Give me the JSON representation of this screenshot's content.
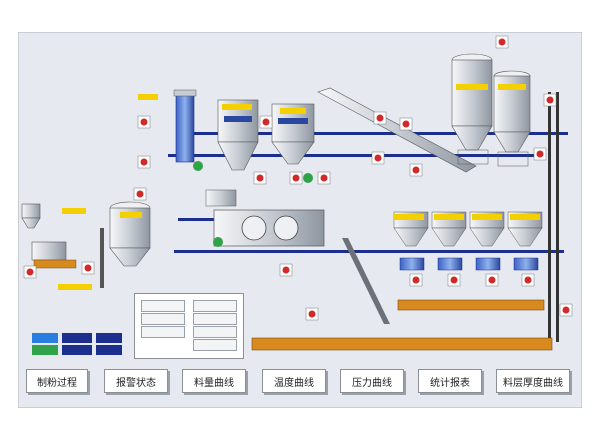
{
  "nav": {
    "items": [
      {
        "label": "制粉过程"
      },
      {
        "label": "报警状态"
      },
      {
        "label": "料量曲线"
      },
      {
        "label": "温度曲线"
      },
      {
        "label": "压力曲线"
      },
      {
        "label": "统计报表"
      },
      {
        "label": "料层厚度曲线"
      }
    ]
  },
  "colors": {
    "panel_bg": "#e6eaf0",
    "pipe_blue": "#1d2f8c",
    "tank_silver": "#d9dde3",
    "label_yellow": "#f5d000",
    "indicator_red": "#d22a2a",
    "indicator_green": "#2fa24a",
    "conveyor_orange": "#d98a1f"
  }
}
